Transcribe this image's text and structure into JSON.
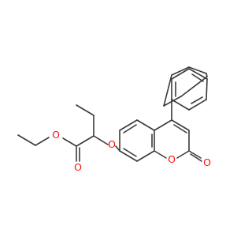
{
  "atoms": {
    "o_ring": "O",
    "o_carbonyl": "O",
    "o_ether": "O",
    "o_ester_single": "O",
    "o_ester_carbonyl": "O"
  },
  "colors": {
    "bond": "#3a3a3a",
    "oxygen": "#ff0d0d",
    "background": "#ffffff"
  }
}
